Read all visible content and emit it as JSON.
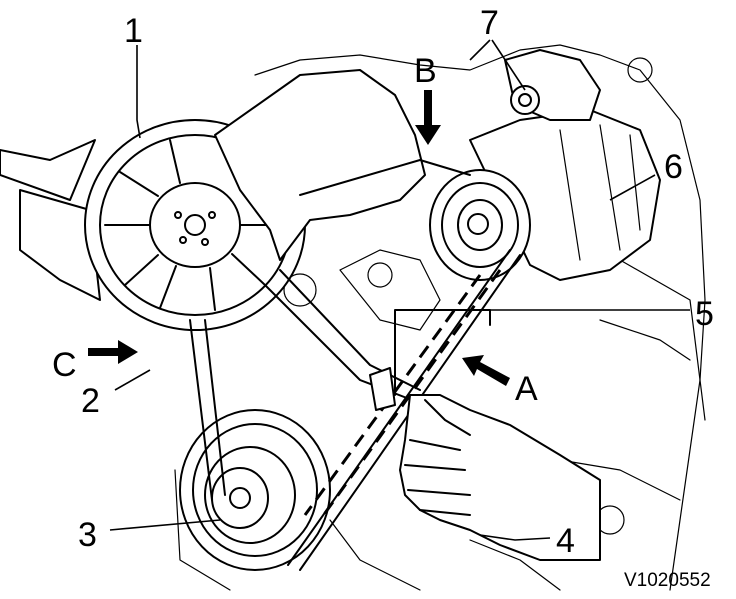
{
  "figure": {
    "reference_code": "V1020552",
    "callouts": {
      "n1": "1",
      "n2": "2",
      "n3": "3",
      "n4": "4",
      "n5": "5",
      "n6": "6",
      "n7": "7",
      "A": "A",
      "B": "B",
      "C": "C"
    }
  }
}
